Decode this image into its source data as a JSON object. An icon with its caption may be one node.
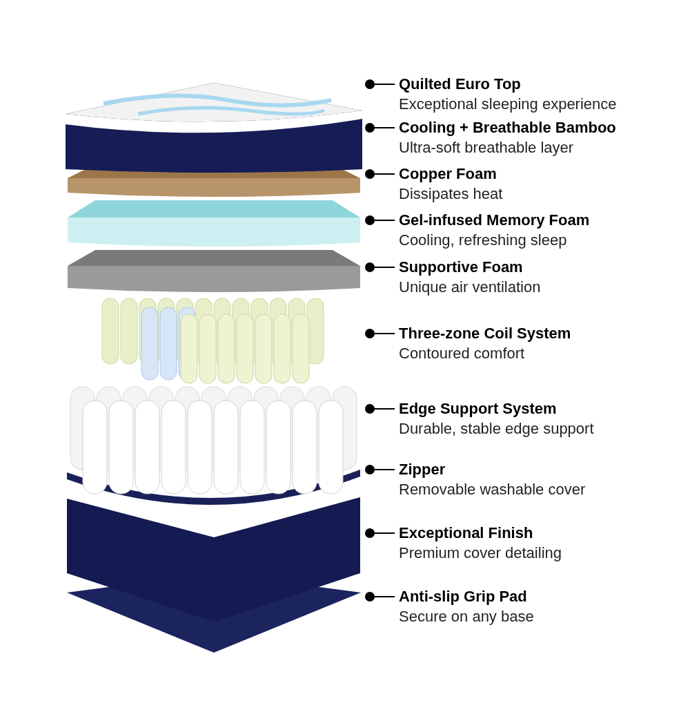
{
  "diagram": {
    "labels": [
      "Quilted Euro Top",
      "Exceptional sleeping experience",
      "Cooling + Breathable Bamboo",
      "Ultra-soft breathable layer",
      "Copper Foam",
      "Dissipates heat",
      "Gel-infused Memory Foam",
      "Cooling, refreshing sleep",
      "Supportive Foam",
      "Unique air ventilation",
      "Three-zone Coil System",
      "Contoured comfort",
      "Edge Support System",
      "Durable, stable edge support",
      "Zipper",
      "Removable washable cover",
      "Exceptional Finish",
      "Premium cover detailing",
      "Anti-slip Grip Pad",
      "Secure on any base"
    ]
  }
}
